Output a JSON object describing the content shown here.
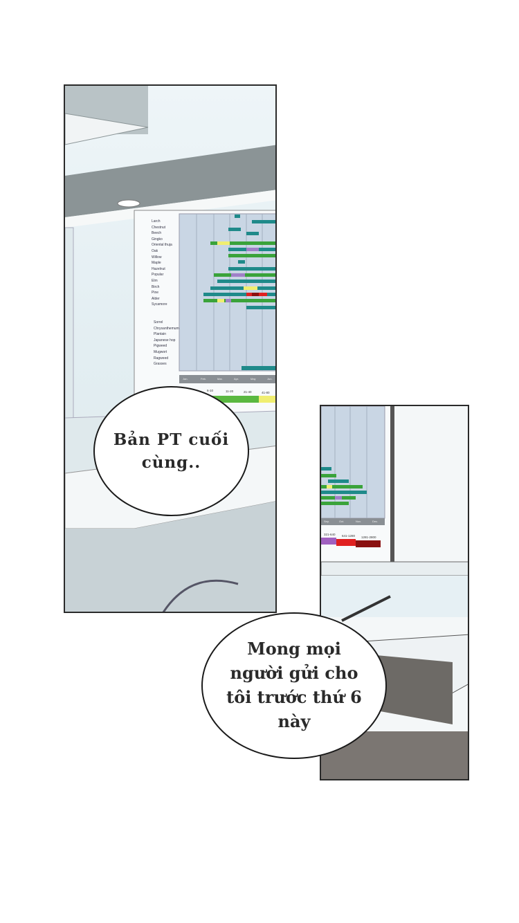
{
  "panel1": {
    "chart_rows_trees": [
      "Larch",
      "Chestnut",
      "Beech",
      "Gingko",
      "Oriental thuja",
      "Oak",
      "Willow",
      "Maple",
      "Hazelnut",
      "Popular",
      "Elm",
      "Birch",
      "Pine",
      "Alder",
      "Sycamore"
    ],
    "chart_rows_weeds": [
      "Sorrel",
      "Chrysanthemum",
      "Plantain",
      "Japanese hop",
      "Pigweed",
      "Mugwort",
      "Ragweed",
      "Grasses"
    ],
    "months": [
      "Jan.",
      "Feb.",
      "Mar.",
      "Apr.",
      "May",
      "Jun."
    ],
    "legend": [
      "6-10",
      "11-20",
      "21-40",
      "41-80"
    ]
  },
  "panel2": {
    "months": [
      "Sep.",
      "Oct.",
      "Nov.",
      "Dec."
    ],
    "legend": [
      "321-640",
      "641-1280",
      "1281-2800"
    ]
  },
  "bubbles": {
    "first": "Bản PT cuối cùng..",
    "second": "Mong mọi người gửi cho tôi trước thứ 6 này"
  },
  "colors": {
    "teal": "#1f8a8a",
    "green": "#3aa33a",
    "yellow": "#f0ee70",
    "purple": "#a080c8",
    "red": "#e02020",
    "darkred": "#8a1010"
  }
}
